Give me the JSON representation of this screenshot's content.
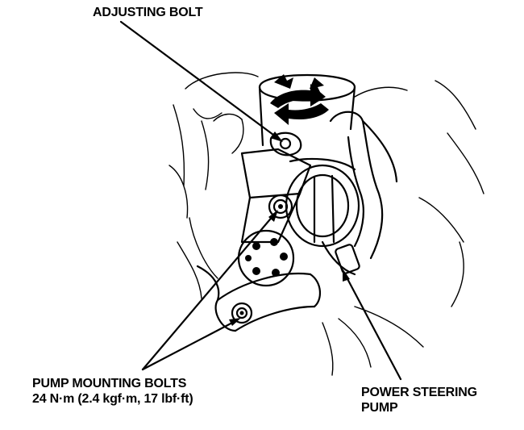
{
  "labels": {
    "adjusting_bolt": "ADJUSTING BOLT",
    "pump_mounting_bolts": "PUMP MOUNTING BOLTS",
    "torque_spec": "24 N·m (2.4 kgf·m, 17 lbf·ft)",
    "power_steering_line1": "POWER STEERING",
    "power_steering_line2": "PUMP"
  },
  "colors": {
    "ink": "#000000",
    "paper": "#ffffff"
  }
}
